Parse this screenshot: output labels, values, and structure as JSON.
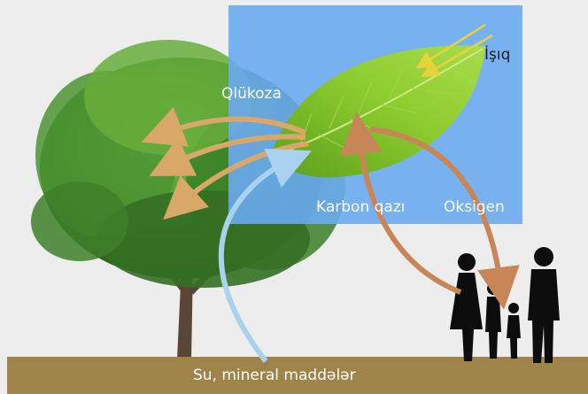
{
  "labels": {
    "light": "İşıq",
    "glucose": "Qlükoza",
    "carbon_dioxide": "Karbon qazı",
    "oxygen": "Oksigen",
    "water_minerals": "Su, mineral maddələr"
  },
  "colors": {
    "background": "#ededed",
    "sky_panel": "#6aaaf0",
    "leaf": "#7fbf2a",
    "tree_foliage": "#3f8a2a",
    "trunk": "#5a4636",
    "ground": "#9e8448",
    "arrow_glucose": "#d9a868",
    "arrow_gas": "#c88658",
    "arrow_water": "#a8d2ee",
    "arrow_light": "#e8d23a",
    "people": "#0d0d0d"
  }
}
